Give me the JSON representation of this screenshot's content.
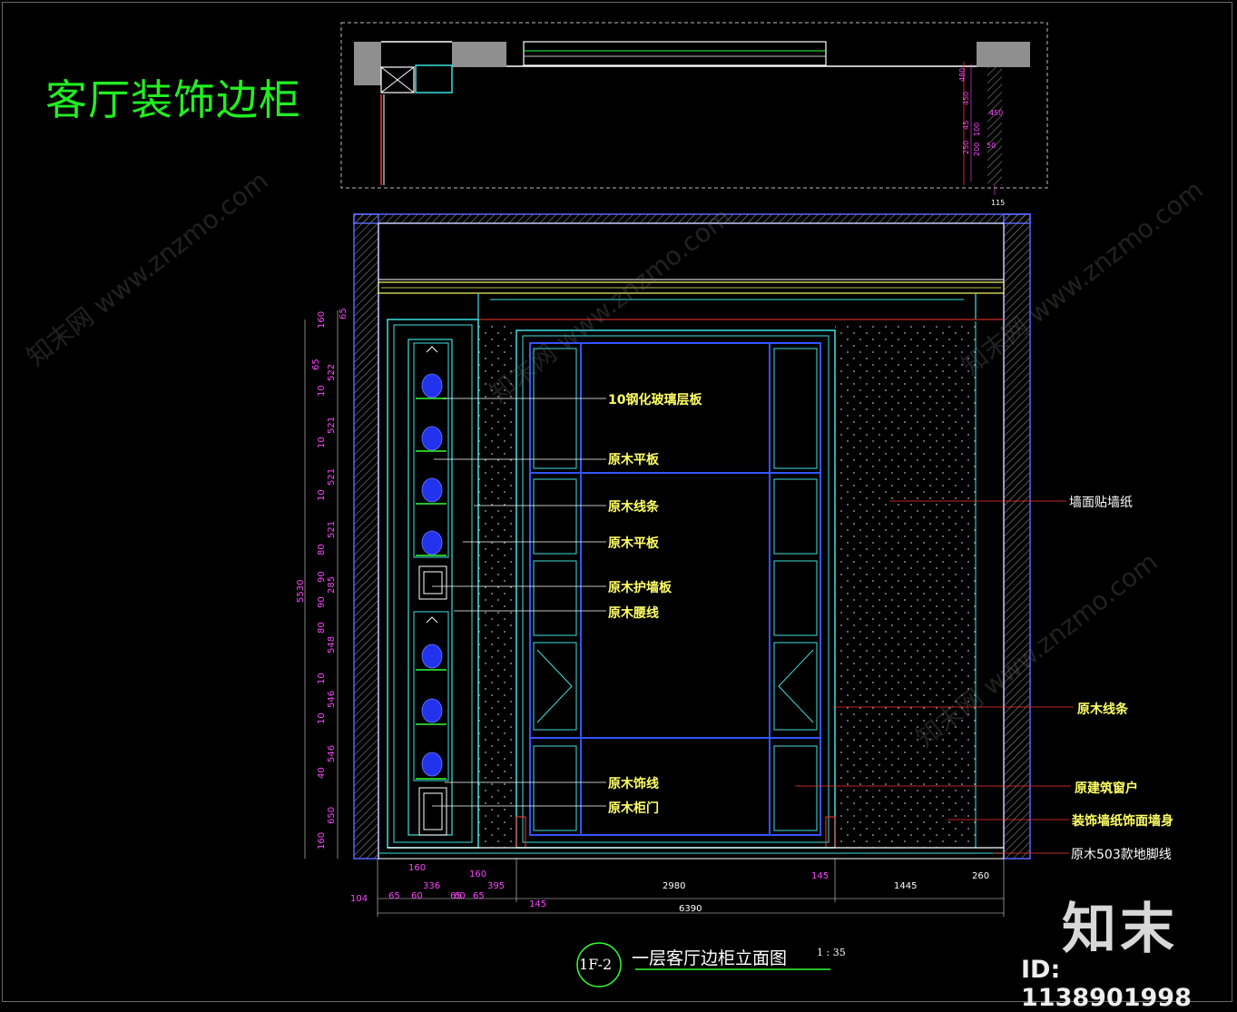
{
  "drawing_title": "客厅装饰边柜",
  "caption": {
    "tag": "1F-2",
    "title": "一层客厅边柜立面图",
    "scale": "1 : 35"
  },
  "labels": {
    "glass_shelf": "10钢化玻璃层板",
    "wood_panel_1": "原木平板",
    "wood_strip_1": "原木线条",
    "wood_panel_2": "原木平板",
    "wood_wainscot": "原木护墙板",
    "wood_waist": "原木腰线",
    "wood_trim": "原木饰线",
    "wood_door": "原木柜门",
    "wall_paper": "墙面贴墙纸",
    "wood_strip_2": "原木线条",
    "orig_window": "原建筑窗户",
    "deco_wall": "装饰墙纸饰面墙身",
    "baseboard": "原木503款地脚线"
  },
  "dims": {
    "left_total": "5530",
    "left": [
      "160",
      "65",
      "65",
      "522",
      "10",
      "521",
      "10",
      "521",
      "10",
      "521",
      "80",
      "90",
      "285",
      "90",
      "80",
      "548",
      "10",
      "546",
      "10",
      "546",
      "40",
      "650",
      "160"
    ],
    "bottom": {
      "d104": "104",
      "d160a": "160",
      "d65a": "65",
      "d60a": "60",
      "d336": "336",
      "d65b": "65",
      "d60b": "60",
      "d160b": "160",
      "d65c": "65",
      "d395": "395",
      "d145a": "145",
      "d2980": "2980",
      "d145b": "145",
      "d1445": "1445",
      "d260": "260",
      "total": "6390"
    },
    "plan": [
      "480",
      "450",
      "45",
      "250",
      "100",
      "200",
      "450",
      "50",
      "115"
    ]
  },
  "watermark": {
    "logo": "知末",
    "id": "ID: 1138901998",
    "site": "知末网 www.znzmo.com"
  },
  "colors": {
    "background": "#000000",
    "title": "#22ee22",
    "label": "#ffff66",
    "dimension": "#ff44ff",
    "cyan_line": "#40e0e0",
    "blue_line": "#3355ff",
    "red_leader": "#ff3333",
    "wall_hatch": "#9a9a9a"
  }
}
